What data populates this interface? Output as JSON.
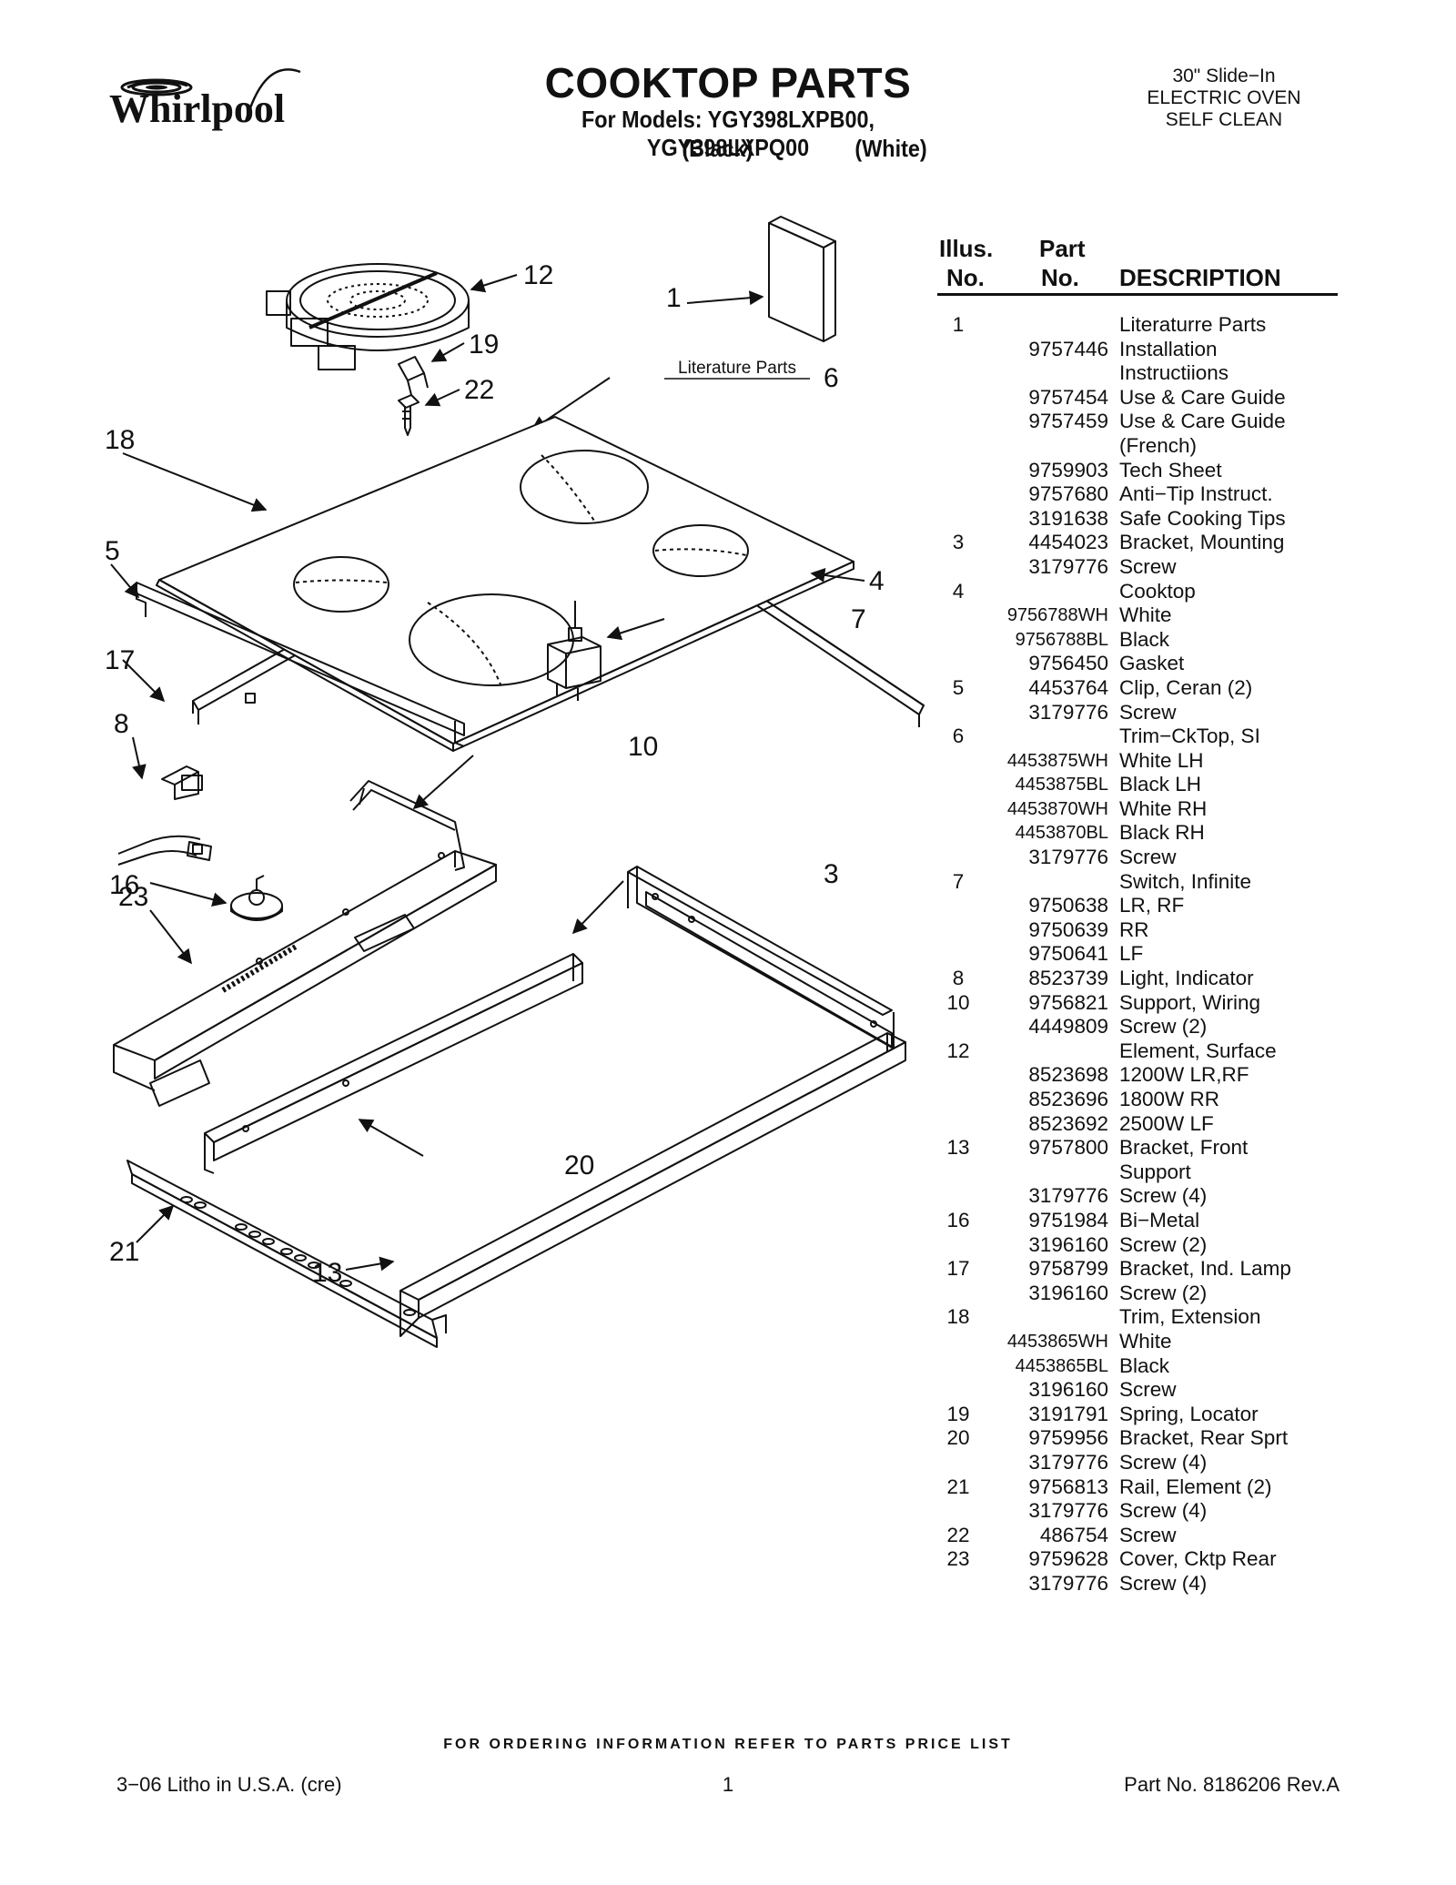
{
  "header": {
    "brand": "Whirlpool",
    "title": "COOKTOP PARTS",
    "models_line": "For Models: YGY398LXPB00, YGY398LXPQ00",
    "color_black": "(Black)",
    "color_white": "(White)",
    "oven_type": [
      "30\" Slide−In",
      "ELECTRIC OVEN",
      "SELF CLEAN"
    ]
  },
  "diagram": {
    "literature_caption": "Literature Parts",
    "callouts": [
      "1",
      "12",
      "19",
      "22",
      "6",
      "18",
      "5",
      "4",
      "7",
      "17",
      "8",
      "10",
      "16",
      "3",
      "23",
      "20",
      "21",
      "13"
    ]
  },
  "table": {
    "headers": {
      "illus_1": "Illus.",
      "illus_2": "No.",
      "part_1": "Part",
      "part_2": "No.",
      "description": "DESCRIPTION"
    },
    "rows": [
      {
        "illus": "1",
        "part": "",
        "desc": "Literaturre Parts"
      },
      {
        "illus": "",
        "part": "9757446",
        "desc": "Installation"
      },
      {
        "illus": "",
        "part": "",
        "desc": "Instructiions"
      },
      {
        "illus": "",
        "part": "9757454",
        "desc": "Use & Care Guide"
      },
      {
        "illus": "",
        "part": "9757459",
        "desc": "Use & Care Guide"
      },
      {
        "illus": "",
        "part": "",
        "desc": "(French)"
      },
      {
        "illus": "",
        "part": "9759903",
        "desc": "Tech Sheet"
      },
      {
        "illus": "",
        "part": "9757680",
        "desc": "Anti−Tip Instruct."
      },
      {
        "illus": "",
        "part": "3191638",
        "desc": "Safe Cooking Tips"
      },
      {
        "illus": "3",
        "part": "4454023",
        "desc": "Bracket, Mounting"
      },
      {
        "illus": "",
        "part": "3179776",
        "desc": "Screw"
      },
      {
        "illus": "4",
        "part": "",
        "desc": "Cooktop"
      },
      {
        "illus": "",
        "part": "9756788WH",
        "desc": "White"
      },
      {
        "illus": "",
        "part": "9756788BL",
        "desc": "Black"
      },
      {
        "illus": "",
        "part": "9756450",
        "desc": "Gasket"
      },
      {
        "illus": "5",
        "part": "4453764",
        "desc": "Clip, Ceran (2)"
      },
      {
        "illus": "",
        "part": "3179776",
        "desc": "Screw"
      },
      {
        "illus": "6",
        "part": "",
        "desc": "Trim−CkTop, SI"
      },
      {
        "illus": "",
        "part": "4453875WH",
        "desc": "White LH"
      },
      {
        "illus": "",
        "part": "4453875BL",
        "desc": "Black LH"
      },
      {
        "illus": "",
        "part": "4453870WH",
        "desc": "White RH"
      },
      {
        "illus": "",
        "part": "4453870BL",
        "desc": "Black RH"
      },
      {
        "illus": "",
        "part": "3179776",
        "desc": "Screw"
      },
      {
        "illus": "7",
        "part": "",
        "desc": "Switch, Infinite"
      },
      {
        "illus": "",
        "part": "9750638",
        "desc": "LR, RF"
      },
      {
        "illus": "",
        "part": "9750639",
        "desc": "RR"
      },
      {
        "illus": "",
        "part": "9750641",
        "desc": "LF"
      },
      {
        "illus": "8",
        "part": "8523739",
        "desc": "Light, Indicator"
      },
      {
        "illus": "10",
        "part": "9756821",
        "desc": "Support, Wiring"
      },
      {
        "illus": "",
        "part": "4449809",
        "desc": "Screw (2)"
      },
      {
        "illus": "12",
        "part": "",
        "desc": "Element, Surface"
      },
      {
        "illus": "",
        "part": "8523698",
        "desc": "1200W LR,RF"
      },
      {
        "illus": "",
        "part": "8523696",
        "desc": "1800W RR"
      },
      {
        "illus": "",
        "part": "8523692",
        "desc": "2500W LF"
      },
      {
        "illus": "13",
        "part": "9757800",
        "desc": "Bracket, Front"
      },
      {
        "illus": "",
        "part": "",
        "desc": "Support"
      },
      {
        "illus": "",
        "part": "3179776",
        "desc": "Screw (4)"
      },
      {
        "illus": "16",
        "part": "9751984",
        "desc": "Bi−Metal"
      },
      {
        "illus": "",
        "part": "3196160",
        "desc": "Screw (2)"
      },
      {
        "illus": "17",
        "part": "9758799",
        "desc": "Bracket, Ind. Lamp"
      },
      {
        "illus": "",
        "part": "3196160",
        "desc": "Screw (2)"
      },
      {
        "illus": "18",
        "part": "",
        "desc": "Trim, Extension"
      },
      {
        "illus": "",
        "part": "4453865WH",
        "desc": "White"
      },
      {
        "illus": "",
        "part": "4453865BL",
        "desc": "Black"
      },
      {
        "illus": "",
        "part": "3196160",
        "desc": "Screw"
      },
      {
        "illus": "19",
        "part": "3191791",
        "desc": "Spring, Locator"
      },
      {
        "illus": "20",
        "part": "9759956",
        "desc": "Bracket, Rear Sprt"
      },
      {
        "illus": "",
        "part": "3179776",
        "desc": "Screw (4)"
      },
      {
        "illus": "21",
        "part": "9756813",
        "desc": "Rail, Element (2)"
      },
      {
        "illus": "",
        "part": "3179776",
        "desc": "Screw (4)"
      },
      {
        "illus": "22",
        "part": "486754",
        "desc": "Screw"
      },
      {
        "illus": "23",
        "part": "9759628",
        "desc": "Cover, Cktp Rear"
      },
      {
        "illus": "",
        "part": "3179776",
        "desc": "Screw (4)"
      }
    ]
  },
  "footer": {
    "ordering_note": "FOR ORDERING INFORMATION REFER TO PARTS PRICE LIST",
    "left": "3−06 Litho in U.S.A. (cre)",
    "page": "1",
    "right": "Part No. 8186206 Rev.A"
  }
}
